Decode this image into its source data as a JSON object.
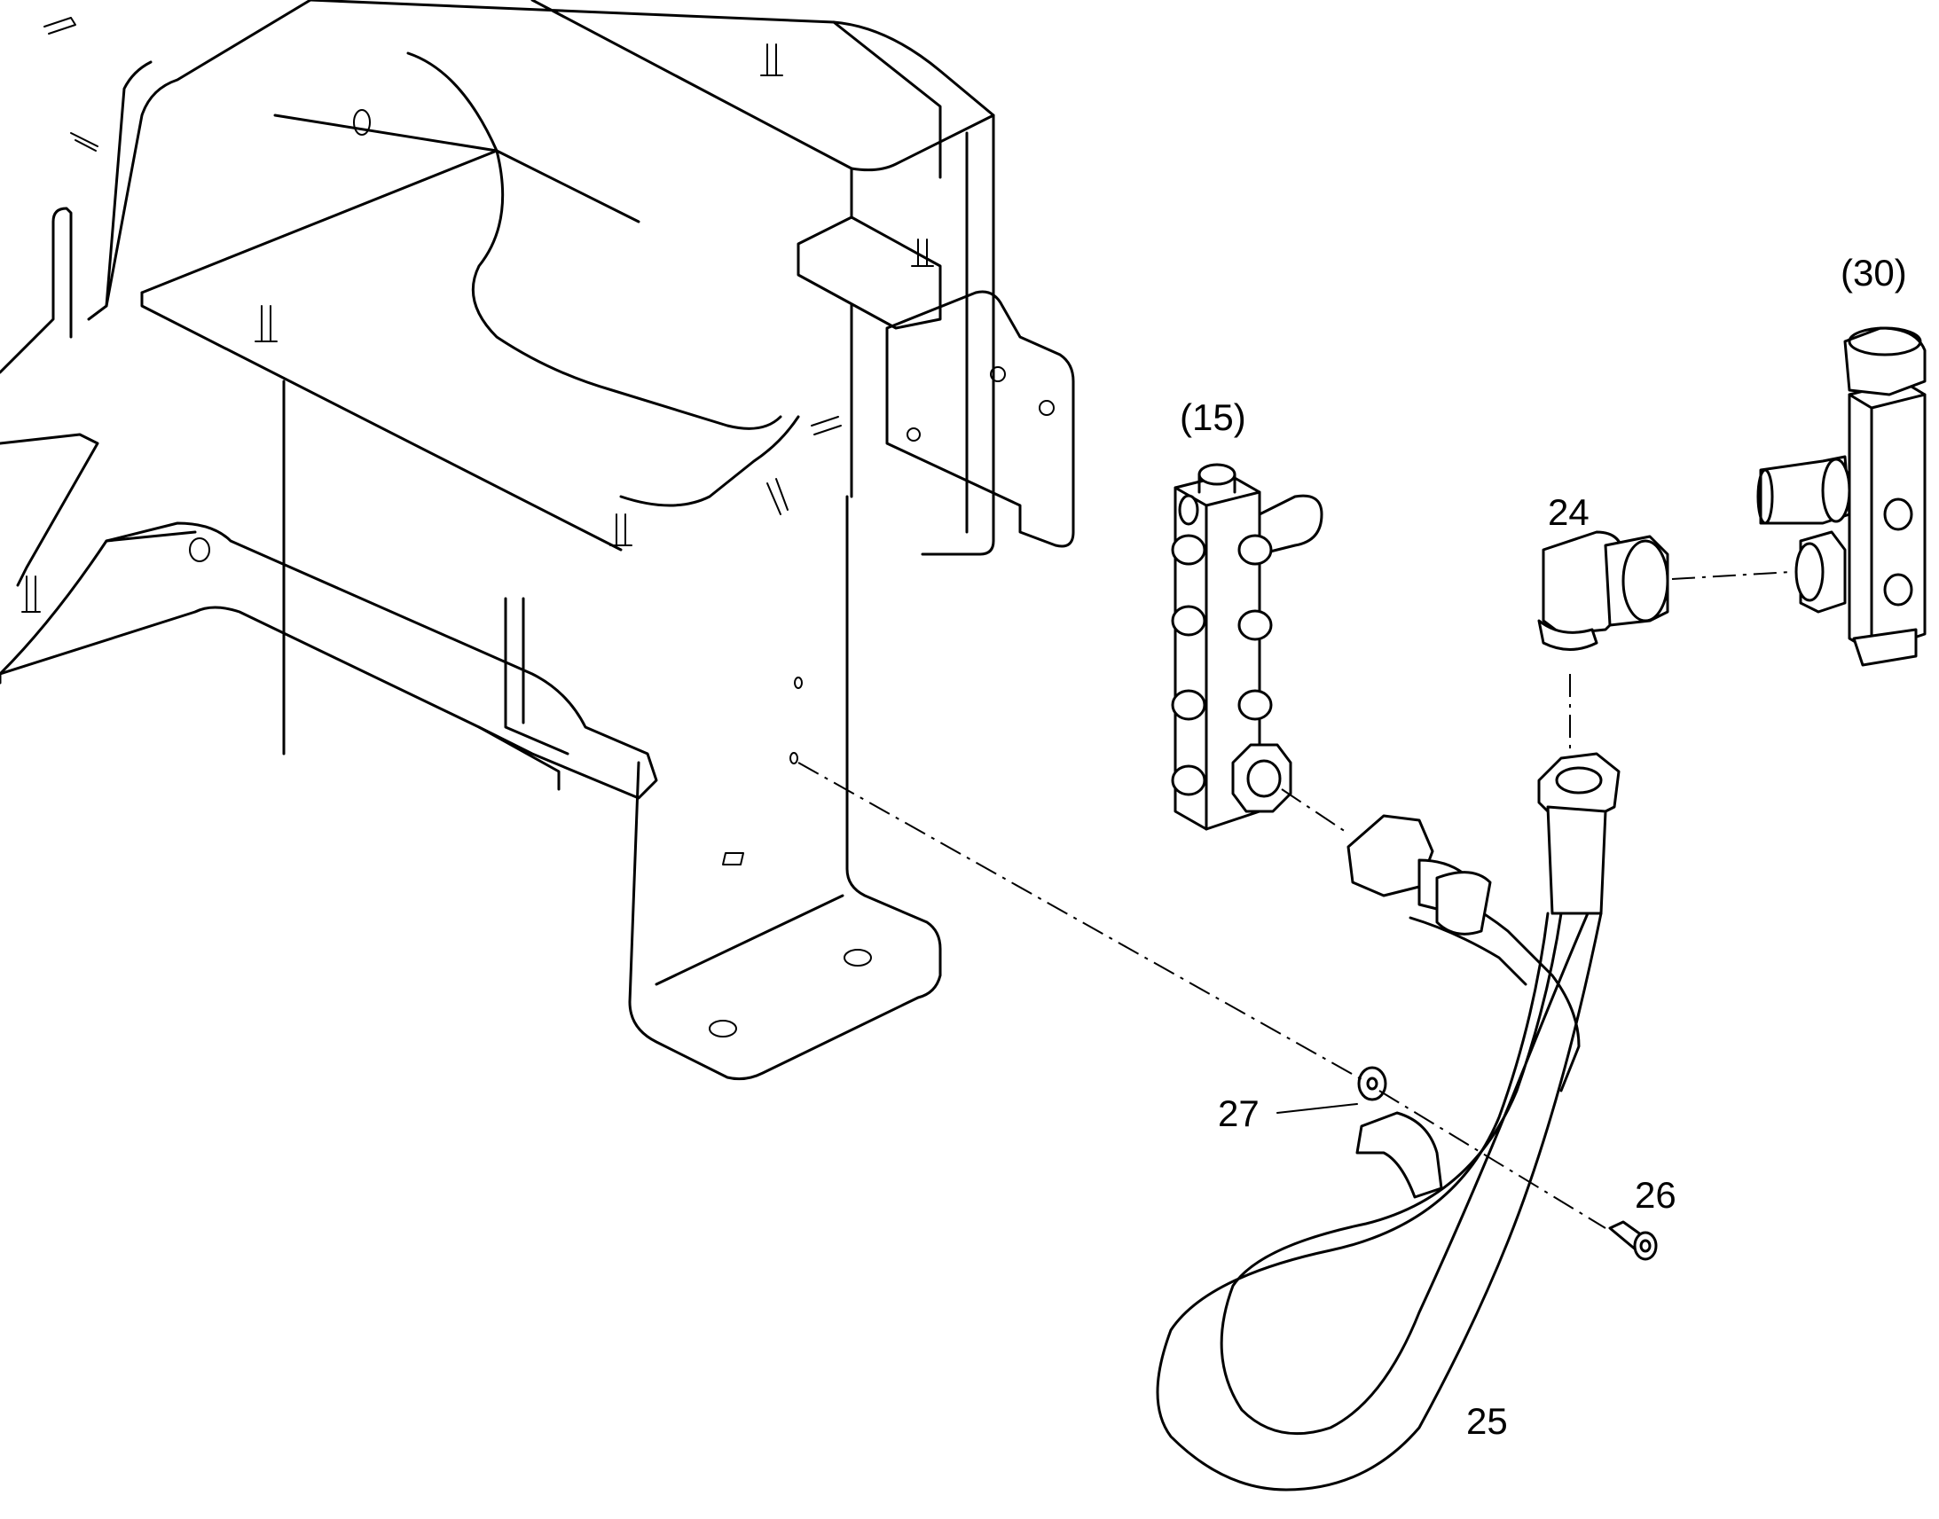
{
  "callouts": {
    "c15": "(15)",
    "c30": "(30)",
    "c24": "24",
    "c25": "25",
    "c26": "26",
    "c27": "27"
  },
  "colors": {
    "line": "#000000",
    "background": "#ffffff"
  }
}
